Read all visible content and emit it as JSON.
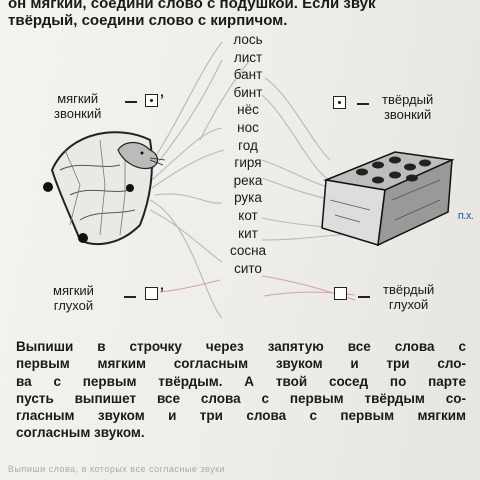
{
  "header": {
    "line1": "он мягкий, соедини слово с подушкой. Если звук",
    "line2": "твёрдый, соедини слово с кирпичом."
  },
  "words": [
    "лось",
    "лист",
    "бант",
    "бинт",
    "нёс",
    "нос",
    "год",
    "гиря",
    "река",
    "рука",
    "кот",
    "кит",
    "сосна",
    "сито"
  ],
  "labels": {
    "soft_voiced": [
      "мягкий",
      "звонкий"
    ],
    "hard_voiced": [
      "твёрдый",
      "звонкий"
    ],
    "soft_voiceless": [
      "мягкий",
      "глухой"
    ],
    "hard_voiceless": [
      "твёрдый",
      "глухой"
    ]
  },
  "margin_note": "П.Х.",
  "task": [
    "Выпиши в строчку через запятую все слова с",
    "первым мягким согласным звуком и три сло-",
    "ва с первым твёрдым. А твой сосед по парте",
    "пусть выпишет все слова с первым твёрдым со-",
    "гласным звуком и три слова с первым мягким",
    "согласным звуком."
  ],
  "bottom_text": "Выпиши слова, в которых все согласные звуки",
  "colors": {
    "pencil": "#b7b7b7",
    "pencil_red": "#d9a0a8",
    "margin_blue": "#3a6fb0"
  }
}
